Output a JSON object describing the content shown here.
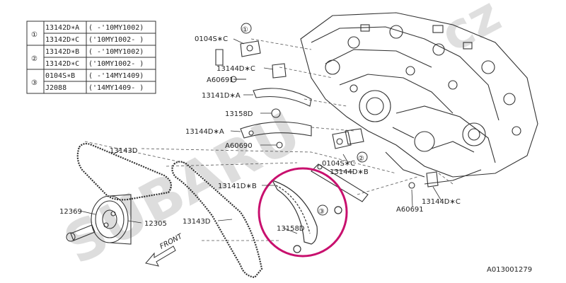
{
  "table": {
    "rows": [
      {
        "num": "①",
        "entries": [
          {
            "part": "13142D∗A",
            "range": "( -'10MY1002)"
          },
          {
            "part": "13142D∗C",
            "range": "('10MY1002- )"
          }
        ]
      },
      {
        "num": "②",
        "entries": [
          {
            "part": "13142D∗B",
            "range": "( -'10MY1002)"
          },
          {
            "part": "13142D∗C",
            "range": "('10MY1002- )"
          }
        ]
      },
      {
        "num": "③",
        "entries": [
          {
            "part": "0104S∗B",
            "range": "( -'14MY1409)"
          },
          {
            "part": "J2088",
            "range": "('14MY1409- )"
          }
        ]
      }
    ]
  },
  "callouts": {
    "c1": "①",
    "c2": "②",
    "c3": "③"
  },
  "labels": {
    "l_0104s_c_top": "0104S∗C",
    "l_13144d_c_top": "13144D∗C",
    "l_a60691_top": "A60691",
    "l_13141d_a": "13141D∗A",
    "l_13158d_top": "13158D",
    "l_13144d_a": "13144D∗A",
    "l_a60690": "A60690",
    "l_13143d_top": "13143D",
    "l_0104s_c_mid": "0104S∗C",
    "l_13144d_b": "13144D∗B",
    "l_13141d_b": "13141D∗B",
    "l_13144d_c_bot": "13144D∗C",
    "l_a60691_bot": "A60691",
    "l_12369": "12369",
    "l_12305": "12305",
    "l_13143d_bot": "13143D",
    "l_13158d_bot": "13158D",
    "front": "FRONT"
  },
  "watermark": {
    "main": "SUBARU",
    "suffix": "cz"
  },
  "diagram_id": "A013001279",
  "colors": {
    "highlight_circle": "#c8106e",
    "line": "#333333",
    "watermark": "#c8c8c8"
  }
}
